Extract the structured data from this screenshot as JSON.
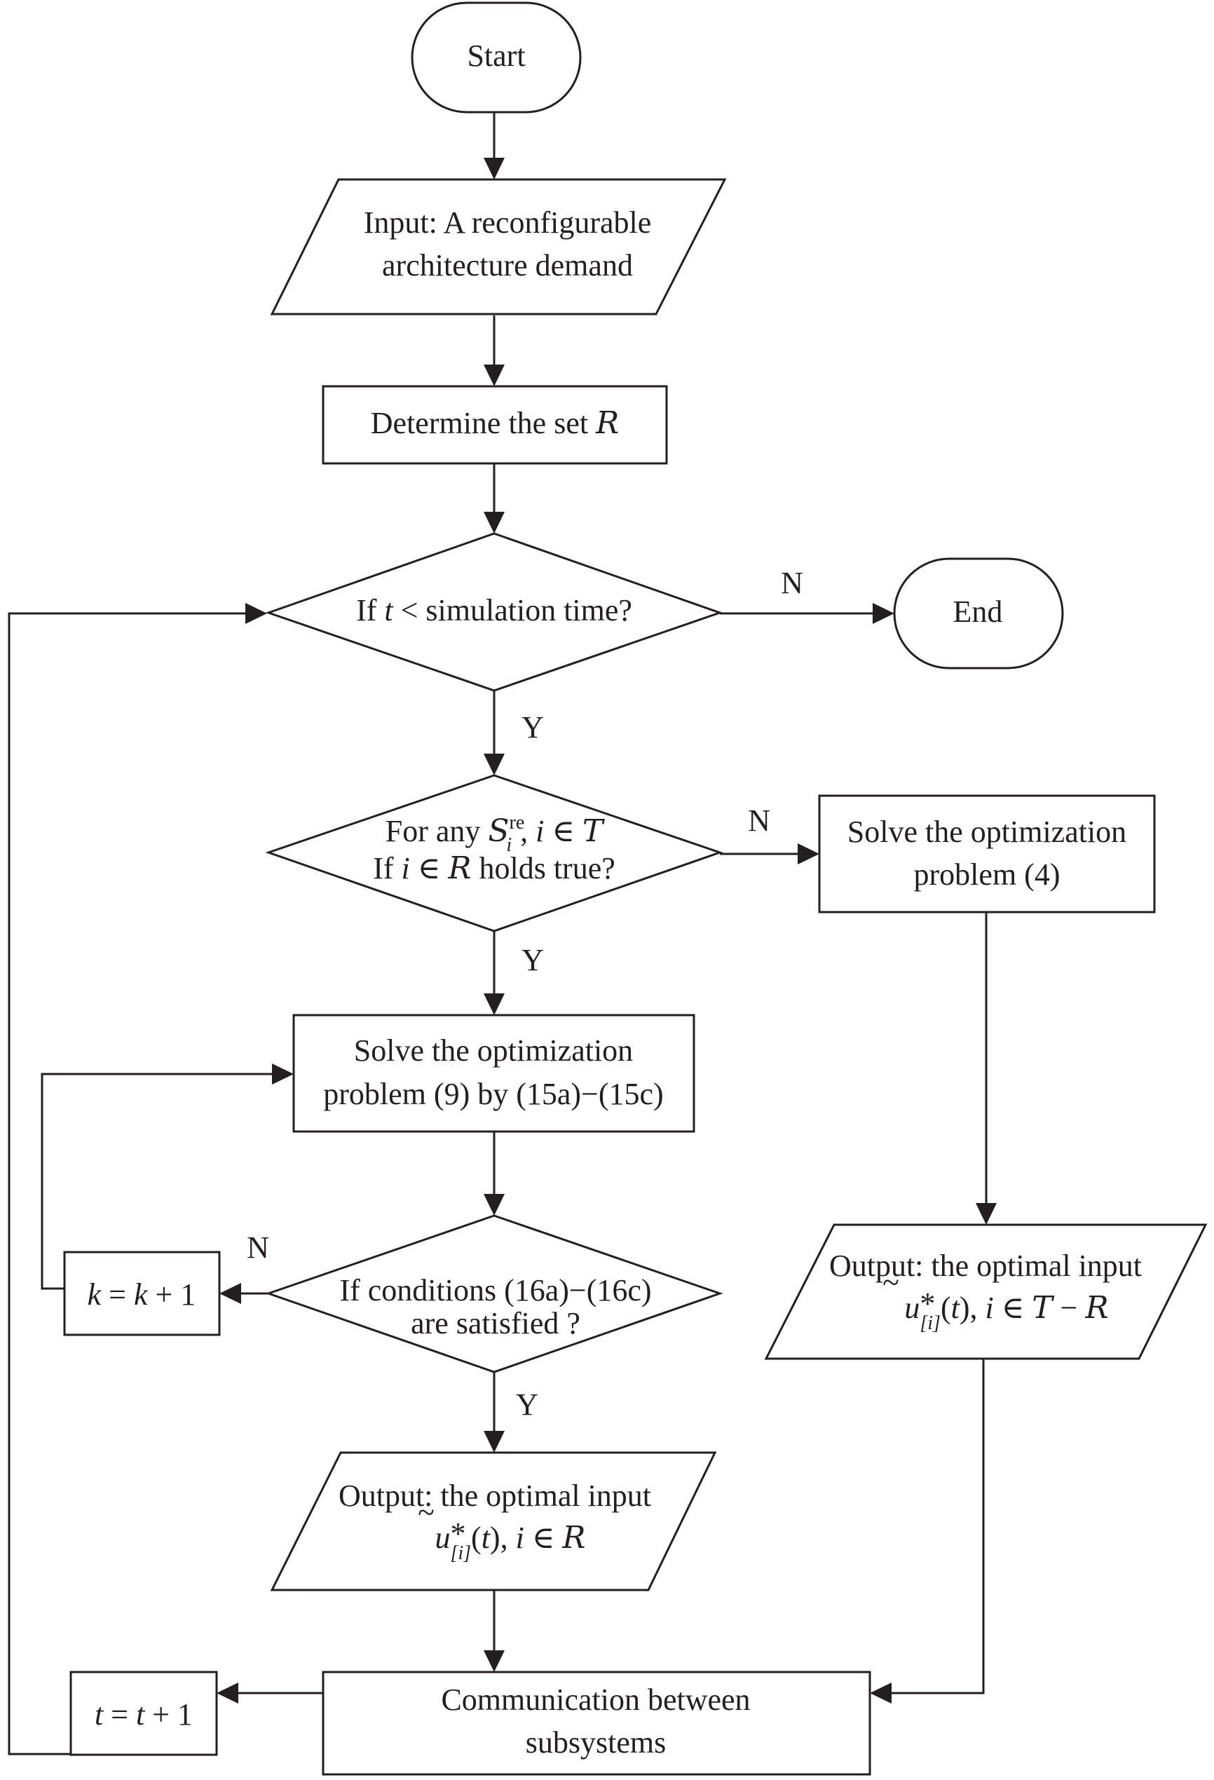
{
  "colors": {
    "ink": "#231f20",
    "background": "#ffffff"
  },
  "nodes": {
    "start": {
      "text": "Start"
    },
    "input": {
      "line1": "Input: A reconfigurable",
      "line2": "architecture demand"
    },
    "determine": {
      "text": "Determine the set ",
      "set": "R"
    },
    "time_check": {
      "prefix": "If ",
      "var": "t",
      "suffix": " < simulation time?"
    },
    "end": {
      "text": "End"
    },
    "subsystem_check": {
      "line1_prefix": "For any ",
      "S": "S",
      "S_sub": "i",
      "S_sup": "re",
      "line1_mid": ", ",
      "i": "i",
      "elem": " ∈ ",
      "T": "T",
      "line2_prefix": "If ",
      "line2_i": "i",
      "line2_elem": " ∈ ",
      "line2_R": "R",
      "line2_suffix": " holds true?"
    },
    "solve4": {
      "line1": "Solve the optimization",
      "line2": "problem (4)"
    },
    "solve9": {
      "line1": "Solve the optimization",
      "line2": "problem (9) by (15a)−(15c)"
    },
    "cond_check": {
      "line1": "If conditions (16a)−(16c)",
      "line2": "are satisfied ?"
    },
    "k_update": {
      "k1": "k",
      "eq": " = ",
      "k2": "k",
      "plus": " + 1"
    },
    "output_R": {
      "line1": "Output: the optimal input",
      "u": "u",
      "tilde": "~",
      "star": "*",
      "sub": "[i]",
      "rest_open": "(",
      "t": "t",
      "rest_close": "), ",
      "i": "i",
      "elem": " ∈ ",
      "R": "R"
    },
    "output_TR": {
      "line1": "Output: the optimal input",
      "u": "u",
      "tilde": "~",
      "star": "*",
      "sub": "[i]",
      "rest_open": "(",
      "t": "t",
      "rest_close": "), ",
      "i": "i",
      "elem": " ∈ ",
      "T": "T",
      "minus": " − ",
      "R": "R"
    },
    "communication": {
      "line1": "Communication between",
      "line2": "subsystems"
    },
    "t_update": {
      "t1": "t",
      "eq": " = ",
      "t2": "t",
      "plus": " + 1"
    }
  },
  "edge_labels": {
    "time_no": "N",
    "time_yes": "Y",
    "subsystem_no": "N",
    "subsystem_yes": "Y",
    "cond_no": "N",
    "cond_yes": "Y"
  }
}
